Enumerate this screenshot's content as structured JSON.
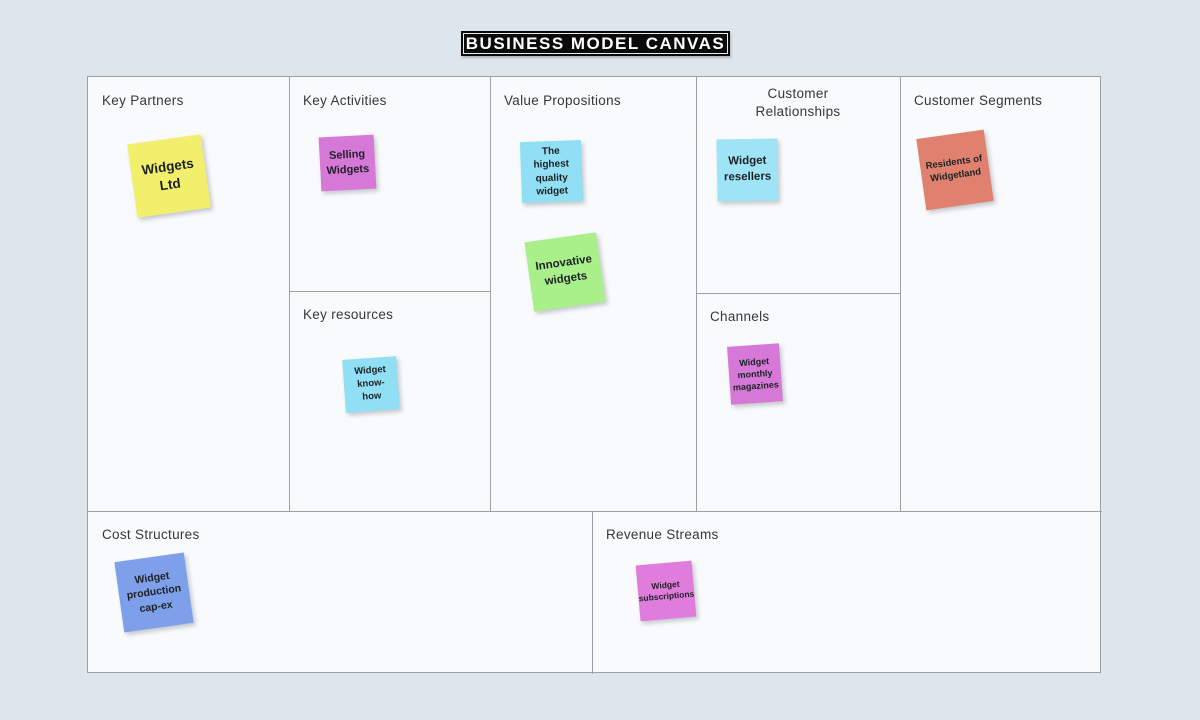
{
  "page": {
    "background_color": "#dce6ec"
  },
  "title_banner": {
    "text": "BUSINESS MODEL CANVAS",
    "background_color": "#0b0b0b",
    "text_color": "#ffffff"
  },
  "board": {
    "background_color": "#f9fafc",
    "line_color": "#9aa1a7"
  },
  "sections": {
    "key_partners": {
      "label": "Key Partners",
      "notes": [
        {
          "text": "Widgets Ltd",
          "color": "#f2ef6d"
        }
      ]
    },
    "key_activities": {
      "label": "Key Activities",
      "notes": [
        {
          "text": "Selling Widgets",
          "color": "#d678d8"
        }
      ]
    },
    "key_resources": {
      "label": "Key resources",
      "notes": [
        {
          "text": "Widget know-how",
          "color": "#90dff5"
        }
      ]
    },
    "value_propositions": {
      "label": "Value Propositions",
      "notes": [
        {
          "text": "The highest quality widget",
          "color": "#90dff5"
        },
        {
          "text": "Innovative widgets",
          "color": "#a9f08b"
        }
      ]
    },
    "customer_relationships": {
      "label": "Customer Relationships",
      "notes": [
        {
          "text": "Widget resellers",
          "color": "#9fe3f6"
        }
      ]
    },
    "channels": {
      "label": "Channels",
      "notes": [
        {
          "text": "Widget monthly magazines",
          "color": "#d678d8"
        }
      ]
    },
    "customer_segments": {
      "label": "Customer Segments",
      "notes": [
        {
          "text": "Residents of Widgetland",
          "color": "#e08170"
        }
      ]
    },
    "cost_structures": {
      "label": "Cost Structures",
      "notes": [
        {
          "text": "Widget production cap-ex",
          "color": "#7e9fe9"
        }
      ]
    },
    "revenue_streams": {
      "label": "Revenue Streams",
      "notes": [
        {
          "text": "Widget subscriptions",
          "color": "#e07ddc"
        }
      ]
    }
  }
}
